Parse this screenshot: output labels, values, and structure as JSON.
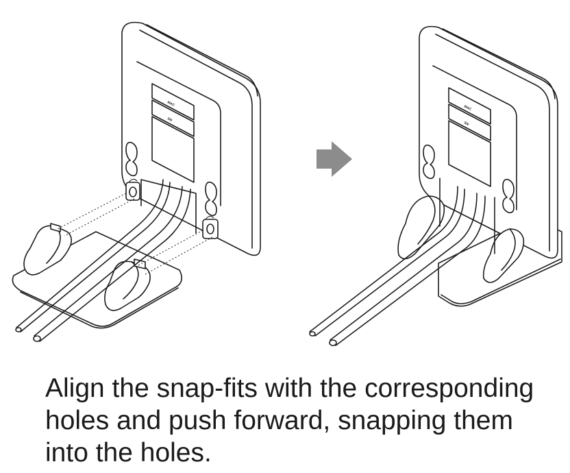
{
  "figure": {
    "left_label_mac": "MAC",
    "left_label_sn": "SN",
    "right_label_mac": "MAC",
    "right_label_sn": "SN",
    "arrow_color": "#8c8c8c"
  },
  "caption": {
    "line1": "Align the snap-fits with the corresponding",
    "line2": "holes and push forward, snapping them",
    "line3": "into the holes."
  }
}
